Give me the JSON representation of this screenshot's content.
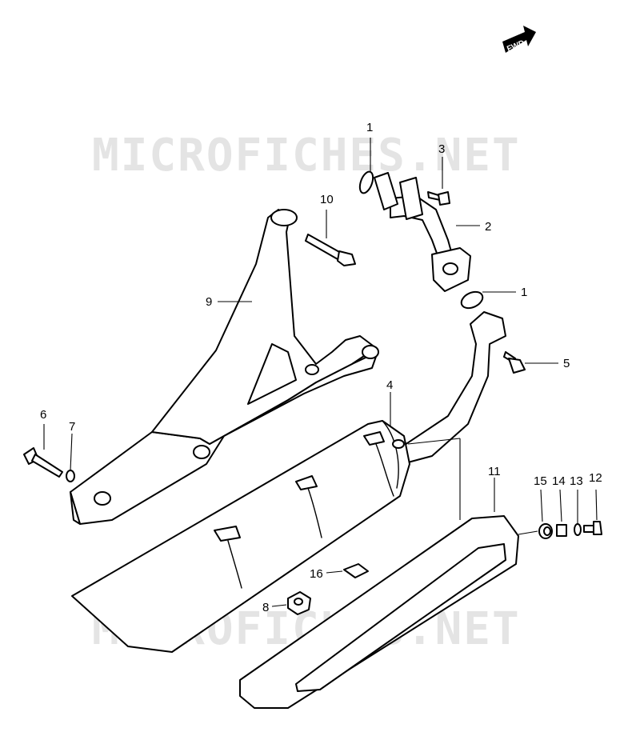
{
  "watermark": "MICROFICHES.NET",
  "fwd_badge": "FWD",
  "callouts": [
    "1",
    "1",
    "2",
    "3",
    "4",
    "5",
    "6",
    "7",
    "8",
    "9",
    "10",
    "11",
    "12",
    "13",
    "14",
    "15",
    "16"
  ],
  "colors": {
    "line": "#000000",
    "watermark": "#e4e4e4",
    "background": "#ffffff"
  }
}
